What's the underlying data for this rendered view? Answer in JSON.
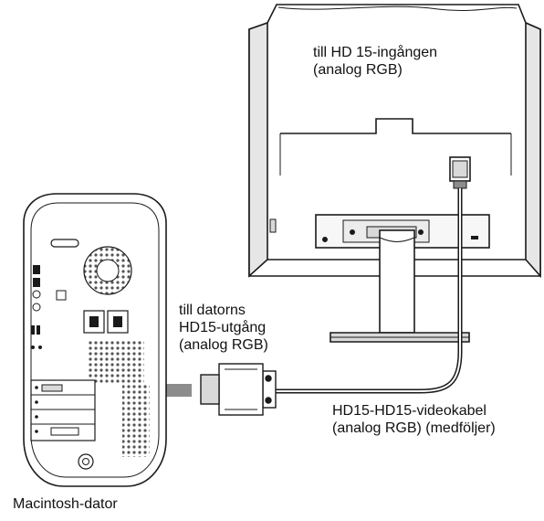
{
  "labels": {
    "monitor_input": {
      "line1": "till HD 15-ingången",
      "line2": "(analog RGB)"
    },
    "computer_output": {
      "line1": "till datorns",
      "line2": "HD15-utgång",
      "line3": "(analog RGB)"
    },
    "cable": {
      "line1": "HD15-HD15-videokabel",
      "line2": "(analog RGB) (medföljer)"
    },
    "computer": "Macintosh-dator"
  },
  "colors": {
    "line": "#1a1a1a",
    "fill_light": "#f2f2f2",
    "fill_mid": "#d9d9d9",
    "fill_dark": "#8c8c8c"
  }
}
